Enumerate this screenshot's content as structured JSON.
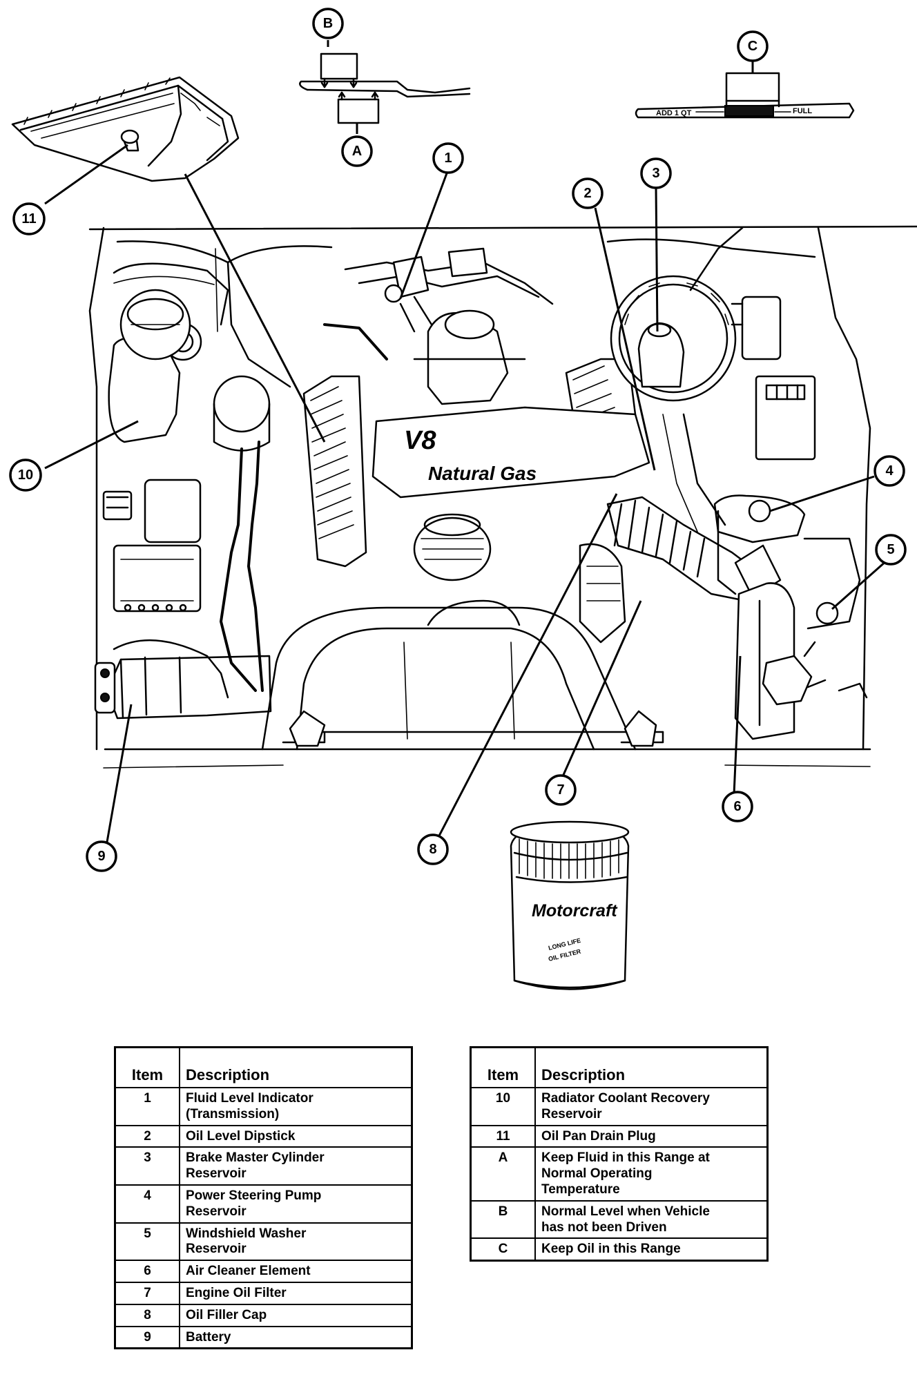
{
  "callouts": {
    "c1": "1",
    "c2": "2",
    "c3": "3",
    "c4": "4",
    "c5": "5",
    "c6": "6",
    "c7": "7",
    "c8": "8",
    "c9": "9",
    "c10": "10",
    "c11": "11",
    "cA": "A",
    "cB": "B",
    "cC": "C"
  },
  "dipstick": {
    "add_label": "ADD 1 QT",
    "full_label": "FULL"
  },
  "engine": {
    "badge": "V8",
    "name": "Natural Gas"
  },
  "oil_filter": {
    "brand": "Motorcraft",
    "line1": "LONG LIFE",
    "line2": "OIL FILTER"
  },
  "legend_left": {
    "header_item": "Item",
    "header_desc": "Description",
    "rows": [
      {
        "item": "1",
        "desc": "Fluid Level Indicator\n(Transmission)"
      },
      {
        "item": "2",
        "desc": "Oil Level Dipstick"
      },
      {
        "item": "3",
        "desc": "Brake Master Cylinder\nReservoir"
      },
      {
        "item": "4",
        "desc": "Power Steering Pump\nReservoir"
      },
      {
        "item": "5",
        "desc": "Windshield Washer\nReservoir"
      },
      {
        "item": "6",
        "desc": "Air Cleaner Element"
      },
      {
        "item": "7",
        "desc": "Engine Oil Filter"
      },
      {
        "item": "8",
        "desc": "Oil Filler Cap"
      },
      {
        "item": "9",
        "desc": "Battery"
      }
    ]
  },
  "legend_right": {
    "header_item": "Item",
    "header_desc": "Description",
    "rows": [
      {
        "item": "10",
        "desc": "Radiator Coolant Recovery\nReservoir"
      },
      {
        "item": "11",
        "desc": "Oil Pan Drain Plug"
      },
      {
        "item": "A",
        "desc": "Keep Fluid in this Range at\nNormal Operating\nTemperature"
      },
      {
        "item": "B",
        "desc": "Normal Level when Vehicle\nhas not been Driven"
      },
      {
        "item": "C",
        "desc": "Keep Oil in this Range"
      }
    ]
  }
}
